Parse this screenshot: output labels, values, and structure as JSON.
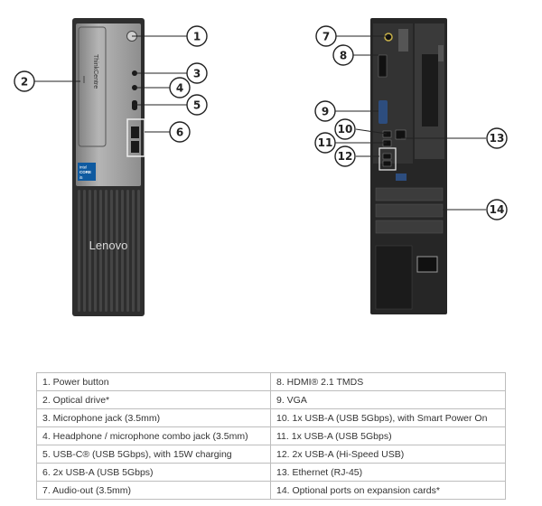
{
  "front_view": {
    "brand_logo": "Lenovo",
    "series_label": "ThinkCentre",
    "badge_brand": "intel",
    "badge_label": "CORE",
    "badge_number": "i5"
  },
  "callouts": [
    "1",
    "2",
    "3",
    "4",
    "5",
    "6",
    "7",
    "8",
    "9",
    "10",
    "11",
    "12",
    "13",
    "14"
  ],
  "ports_table": {
    "rows": [
      {
        "left": "1.   Power button",
        "right": "8.   HDMI® 2.1 TMDS"
      },
      {
        "left": "2.   Optical drive*",
        "right": "9.   VGA"
      },
      {
        "left": "3.   Microphone jack (3.5mm)",
        "right": "10. 1x USB-A (USB 5Gbps), with Smart Power On"
      },
      {
        "left": "4.   Headphone / microphone combo jack (3.5mm)",
        "right": "11.  1x USB-A (USB 5Gbps)"
      },
      {
        "left": "5.   USB-C® (USB 5Gbps), with 15W charging",
        "right": "12.  2x USB-A (Hi-Speed USB)"
      },
      {
        "left": "6.   2x USB-A (USB 5Gbps)",
        "right": "13.  Ethernet (RJ-45)"
      },
      {
        "left": "7.   Audio-out (3.5mm)",
        "right": "14.  Optional ports on expansion cards*"
      }
    ]
  },
  "colors": {
    "chassis": "#2e2e2e",
    "front_panel": "#a9a9a9",
    "callout_stroke": "#222222",
    "table_border": "#bdbdbd"
  }
}
